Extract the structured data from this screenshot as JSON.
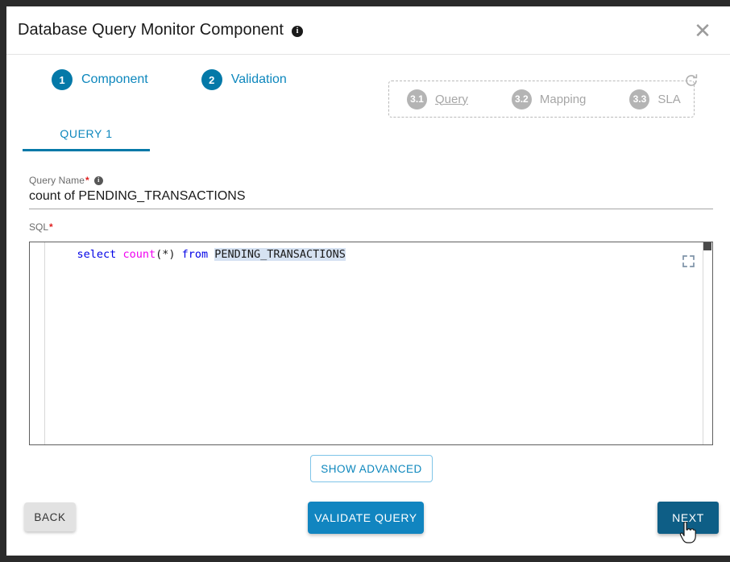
{
  "window": {
    "title": "Database Query Monitor Component",
    "title_info_icon": "info-icon",
    "close_icon": "close-icon",
    "close_label": "✕"
  },
  "stepper": {
    "steps": [
      {
        "number": "1",
        "label": "Component",
        "state": "active"
      },
      {
        "number": "2",
        "label": "Validation",
        "state": "active"
      }
    ],
    "substeps": {
      "refresh_icon": "refresh-icon",
      "items": [
        {
          "number": "3.1",
          "label": "Query",
          "state": "disabled",
          "underlined": true
        },
        {
          "number": "3.2",
          "label": "Mapping",
          "state": "disabled",
          "underlined": false
        },
        {
          "number": "3.3",
          "label": "SLA",
          "state": "disabled",
          "underlined": false
        }
      ]
    }
  },
  "tabs": [
    {
      "label": "QUERY 1",
      "selected": true
    }
  ],
  "form": {
    "query_name": {
      "label": "Query Name",
      "required_mark": "*",
      "info_icon": "info-icon",
      "value": "count of PENDING_TRANSACTIONS",
      "placeholder": "Query Name"
    },
    "sql": {
      "label": "SQL",
      "required_mark": "*",
      "expand_icon": "expand-icon",
      "code_tokens": [
        {
          "text": "    ",
          "type": "plain"
        },
        {
          "text": "select",
          "type": "keyword"
        },
        {
          "text": " ",
          "type": "plain"
        },
        {
          "text": "count",
          "type": "function"
        },
        {
          "text": "(*)",
          "type": "punctuation"
        },
        {
          "text": " ",
          "type": "plain"
        },
        {
          "text": "from",
          "type": "keyword"
        },
        {
          "text": " ",
          "type": "plain"
        },
        {
          "text": "PENDING_TRANSACTIONS",
          "type": "selected"
        }
      ],
      "plain_text": "    select count(*) from PENDING_TRANSACTIONS"
    }
  },
  "actions": {
    "show_advanced": "SHOW ADVANCED",
    "back": "BACK",
    "validate_query": "VALIDATE QUERY",
    "next": "NEXT"
  },
  "colors": {
    "accent_blue": "#0d87bd",
    "step_circle": "#0479a8",
    "primary_button": "#1185c0",
    "next_button_hover": "#0e5e86",
    "disabled_gray": "#b4b4b4",
    "required_red": "#e02020",
    "sql_keyword": "#0000e6",
    "sql_function": "#f000f0",
    "sql_selection": "#d6e2f2"
  }
}
